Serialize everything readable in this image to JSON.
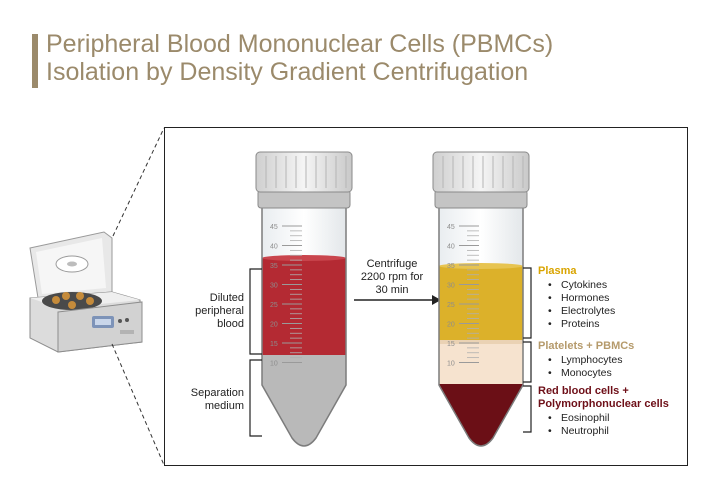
{
  "title": {
    "line1": "Peripheral Blood Mononuclear Cells (PBMCs)",
    "line2": "Isolation by Density Gradient Centrifugation"
  },
  "left_tube": {
    "labels": {
      "blood_1": "Diluted",
      "blood_2": "peripheral",
      "blood_3": "blood",
      "medium_1": "Separation",
      "medium_2": "medium"
    },
    "ticks": [
      "45",
      "40",
      "35",
      "30",
      "25",
      "20",
      "15",
      "10"
    ]
  },
  "centrifuge_step": {
    "line1": "Centrifuge",
    "line2": "2200 rpm for",
    "line3": "30 min"
  },
  "right_tube": {
    "ticks": [
      "45",
      "40",
      "35",
      "30",
      "25",
      "20",
      "15",
      "10"
    ],
    "layers": {
      "plasma": {
        "title": "Plasma",
        "items": [
          "Cytokines",
          "Hormones",
          "Electrolytes",
          "Proteins"
        ]
      },
      "platelets": {
        "title": "Platelets + PBMCs",
        "items": [
          "Lymphocytes",
          "Monocytes"
        ]
      },
      "rbc": {
        "title1": "Red blood cells +",
        "title2": "Polymorphonuclear cells",
        "items": [
          "Eosinophil",
          "Neutrophil"
        ]
      }
    }
  },
  "colors": {
    "title": "#9b8a6b",
    "plasma_title": "#d9a400",
    "platelets_title": "#b59a6b",
    "rbc_title": "#6e0f18",
    "blood": "#b42a33",
    "medium": "#b9b9b9",
    "plasma": "#dcb12a",
    "pbmc": "#f6e3cf",
    "rbc": "#6b0f16"
  },
  "icons": {
    "centrifuge": "centrifuge-machine-icon",
    "arrow": "arrow-right-icon"
  }
}
